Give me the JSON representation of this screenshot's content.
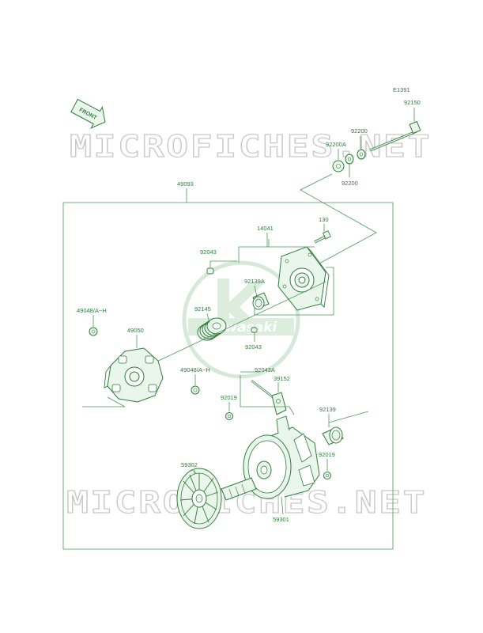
{
  "diagram": {
    "ref_code": "E1391",
    "front_label": "FRONT",
    "watermark": "MICROFICHES.NET",
    "logo_text": "Kawasaki",
    "colors": {
      "ink": "#2e7d3a",
      "fill": "#eaf6ec",
      "label": "#2f7d3c",
      "watermark": "#c9c9c9"
    },
    "labels": {
      "p92150": "92150",
      "p92200_top": "92200",
      "p92200a": "92200A",
      "p92200_bottom": "92200",
      "p49093": "49093",
      "p130": "130",
      "p14041": "14041",
      "p92043_top": "92043",
      "p92139a": "92139A",
      "p92145": "92145",
      "p92043_mid": "92043",
      "p49048_left": "49048/A~H",
      "p49050": "49050",
      "p49048_mid": "49048/A~H",
      "p92043a": "92043A",
      "p39152": "39152",
      "p92019_left": "92019",
      "p92139": "92139",
      "p92019_right": "92019",
      "p59302": "59302",
      "p59301": "59301"
    }
  }
}
